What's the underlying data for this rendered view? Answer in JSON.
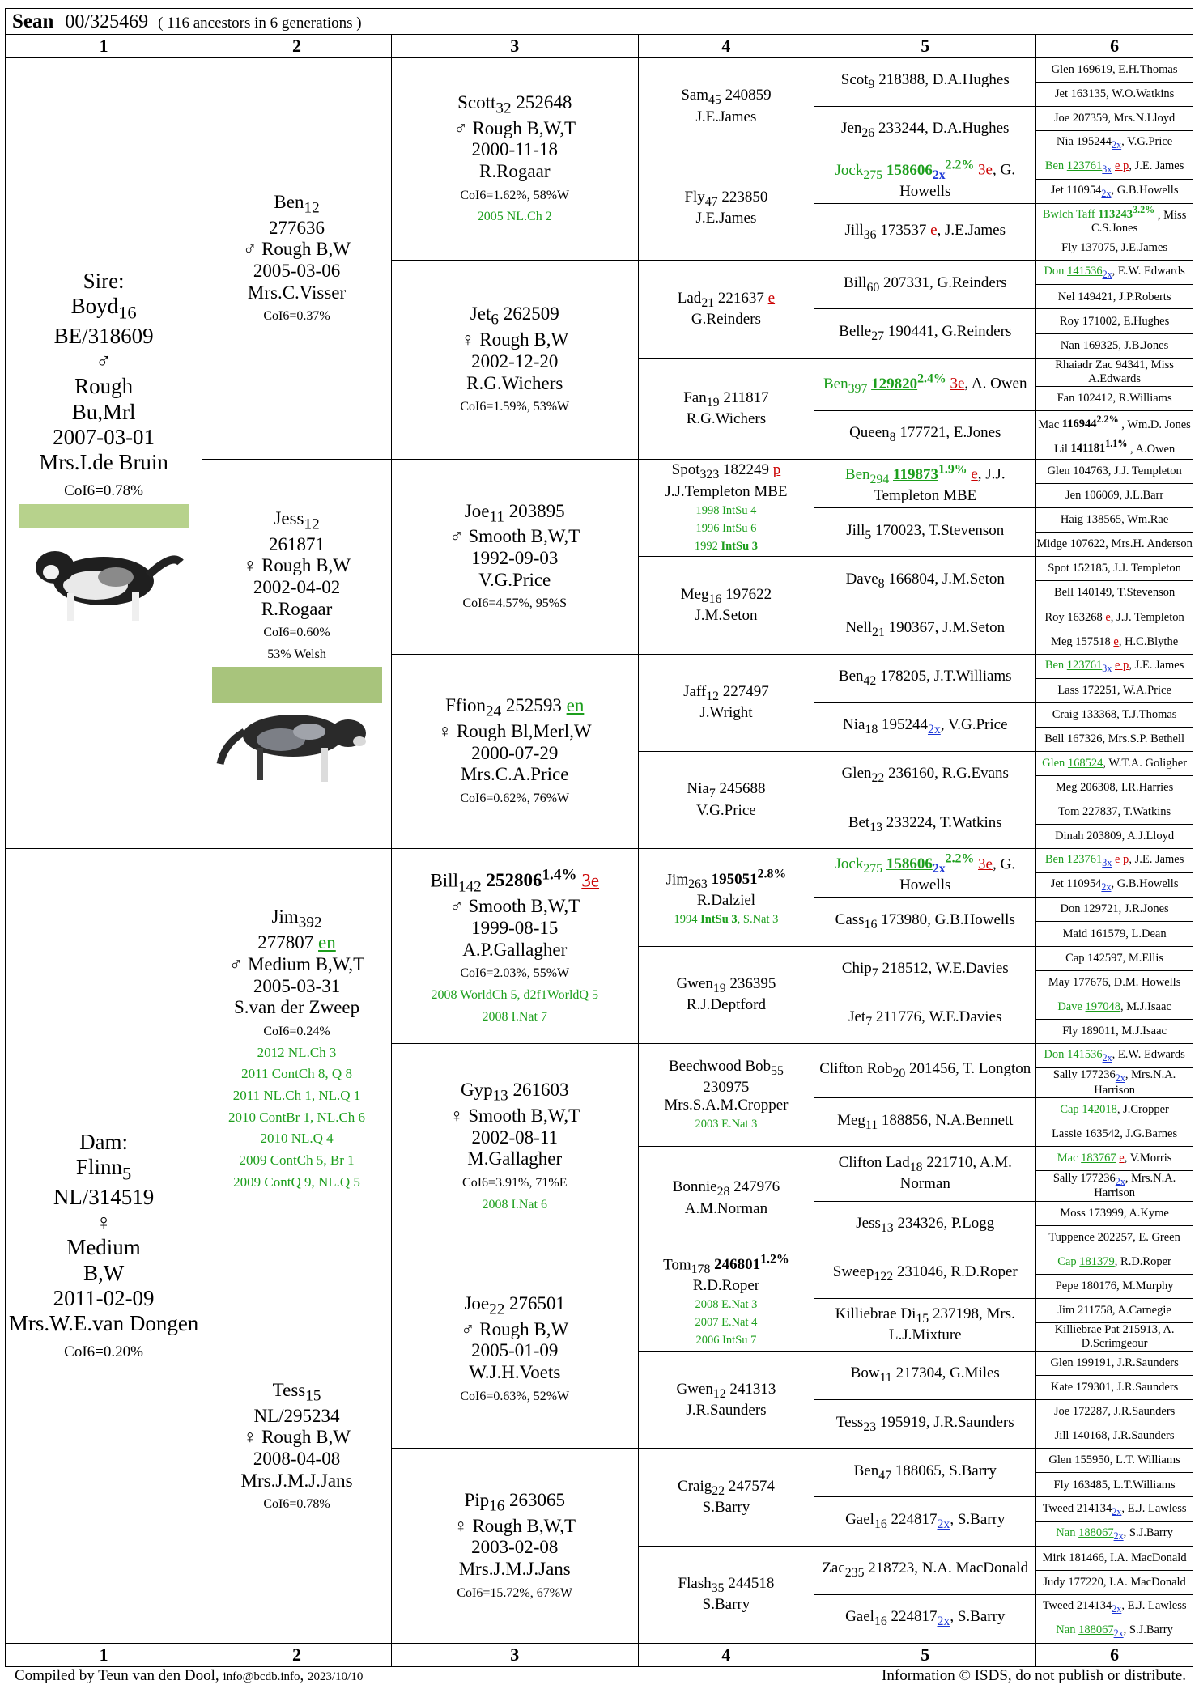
{
  "header": {
    "name": "Sean",
    "number": "00/325469",
    "summary": "( 116 ancestors in 6 generations )"
  },
  "columns": [
    "1",
    "2",
    "3",
    "4",
    "5",
    "6"
  ],
  "sire": [
    "Sire:",
    "Boyd<sub>16</sub>",
    "BE/318609",
    "♂",
    "Rough",
    "Bu,Mrl",
    "2007-03-01",
    "Mrs.I.de Bruin",
    "<span class='col1'>CoI6=0.78%</span>"
  ],
  "dam": [
    "Dam:",
    "Flinn<sub>5</sub>",
    "NL/314519",
    "♀",
    "Medium",
    "B,W",
    "2011-02-09",
    "Mrs.W.E.van Dongen",
    "<span class='col1'>CoI6=0.20%</span>"
  ],
  "gen2": [
    [
      "Ben<sub>12</sub>",
      "277636",
      "♂ Rough B,W",
      "2005-03-06",
      "Mrs.C.Visser",
      "<span style='font-size:16px'>CoI6=0.37%</span>"
    ],
    [
      "Jess<sub>12</sub>",
      "261871",
      "♀ Rough B,W",
      "2002-04-02",
      "R.Rogaar",
      "<span style='font-size:16px'>CoI6=0.60%</span>",
      "<span style='font-size:16px'>53% Welsh</span>"
    ],
    [
      "Jim<sub>392</sub>",
      "277807 <span class='red' style='color:#1c9e1c'>en</span>",
      "♂ Medium B,W,T",
      "2005-03-31",
      "S.van der Zweep",
      "<span style='font-size:16px'>CoI6=0.24%</span>",
      "<span class='green' style='font-size:17px'>2012 NL.Ch 3</span>",
      "<span class='green' style='font-size:17px'>2011 ContCh 8, Q 8</span>",
      "<span class='green' style='font-size:17px'>2011 NL.Ch 1, NL.Q 1</span>",
      "<span class='green' style='font-size:17px'>2010 ContBr 1, NL.Ch 6</span>",
      "<span class='green' style='font-size:17px'>2010 NL.Q 4</span>",
      "<span class='green' style='font-size:17px'>2009 ContCh 5, Br 1</span>",
      "<span class='green' style='font-size:17px'>2009 ContQ 9, NL.Q 5</span>"
    ],
    [
      "Tess<sub>15</sub>",
      "NL/295234",
      "♀ Rough B,W",
      "2008-04-08",
      "Mrs.J.M.J.Jans",
      "<span style='font-size:16px'>CoI6=0.78%</span>"
    ]
  ],
  "gen3": [
    [
      "Scott<sub>32</sub> 252648",
      "♂ Rough B,W,T",
      "2000-11-18",
      "R.Rogaar",
      "<span style='font-size:16px'>CoI6=1.62%, 58%W</span>",
      "<span class='green' style='font-size:16px'>2005 NL.Ch 2</span>"
    ],
    [
      "Jet<sub>6</sub> 262509",
      "♀ Rough B,W",
      "2002-12-20",
      "R.G.Wichers",
      "<span style='font-size:16px'>CoI6=1.59%, 53%W</span>"
    ],
    [
      "Joe<sub>11</sub> 203895",
      "♂ Smooth B,W,T",
      "1992-09-03",
      "V.G.Price",
      "<span style='font-size:16px'>CoI6=4.57%, 95%S</span>"
    ],
    [
      "Ffion<sub>24</sub> 252593 <span style='color:#1c9e1c;text-decoration:underline'>en</span>",
      "♀ Rough Bl,Merl,W",
      "2000-07-29",
      "Mrs.C.A.Price",
      "<span style='font-size:16px'>CoI6=0.62%, 76%W</span>"
    ],
    [
      "Bill<sub>142</sub> <b>252806<sup>1.4%</sup></b> <span class='red'>3e</span>",
      "♂ Smooth B,W,T",
      "1999-08-15",
      "A.P.Gallagher",
      "<span style='font-size:16px'>CoI6=2.03%, 55%W</span>",
      "<span class='green' style='font-size:16px'>2008 WorldCh 5, d2f1WorldQ 5</span>",
      "<span class='green' style='font-size:16px'>2008 I.Nat 7</span>"
    ],
    [
      "Gyp<sub>13</sub> 261603",
      "♀ Smooth B,W,T",
      "2002-08-11",
      "M.Gallagher",
      "<span style='font-size:16px'>CoI6=3.91%, 71%E</span>",
      "<span class='green' style='font-size:16px'>2008 I.Nat 6</span>"
    ],
    [
      "Joe<sub>22</sub> 276501",
      "♂ Rough B,W",
      "2005-01-09",
      "W.J.H.Voets",
      "<span style='font-size:16px'>CoI6=0.63%, 52%W</span>"
    ],
    [
      "Pip<sub>16</sub> 263065",
      "♀ Rough B,W,T",
      "2003-02-08",
      "Mrs.J.M.J.Jans",
      "<span style='font-size:16px'>CoI6=15.72%, 67%W</span>"
    ]
  ],
  "gen4": [
    [
      "Sam<sub>45</sub> 240859",
      "J.E.James"
    ],
    [
      "Fly<sub>47</sub> 223850",
      "J.E.James"
    ],
    [
      "Lad<sub>21</sub> 221637 <span class='red'>e</span>",
      "G.Reinders"
    ],
    [
      "Fan<sub>19</sub> 211817",
      "R.G.Wichers"
    ],
    [
      "Spot<sub>323</sub> 182249 <span class='red'>p</span>",
      "J.J.Templeton MBE",
      "<span class='green'>1998 IntSu 4</span>",
      "<span class='green'>1996 IntSu 6</span>",
      "<span class='green'>1992 <b>IntSu 3</b></span>"
    ],
    [
      "Meg<sub>16</sub> 197622",
      "J.M.Seton"
    ],
    [
      "Jaff<sub>12</sub> 227497",
      "J.Wright"
    ],
    [
      "Nia<sub>7</sub> 245688",
      "V.G.Price"
    ],
    [
      "Jim<sub>263</sub> <b>195051<sup>2.8%</sup></b>",
      "R.Dalziel",
      "<span class='green'>1994 <b>IntSu 3</b>, S.Nat 3</span>"
    ],
    [
      "Gwen<sub>19</sub> 236395",
      "R.J.Deptford"
    ],
    [
      "Beechwood Bob<sub>55</sub>",
      "230975",
      "Mrs.S.A.M.Cropper",
      "<span class='green'>2003 E.Nat 3</span>"
    ],
    [
      "Bonnie<sub>28</sub> 247976",
      "A.M.Norman"
    ],
    [
      "Tom<sub>178</sub> <b>246801<sup>1.2%</sup></b>",
      "R.D.Roper",
      "<span class='green'>2008 E.Nat 3</span>",
      "<span class='green'>2007 E.Nat 4</span>",
      "<span class='green'>2006 IntSu 7</span>"
    ],
    [
      "Gwen<sub>12</sub> 241313",
      "J.R.Saunders"
    ],
    [
      "Craig<sub>22</sub> 247574",
      "S.Barry"
    ],
    [
      "Flash<sub>35</sub> 244518",
      "S.Barry"
    ]
  ],
  "gen5": [
    "Scot<sub>9</sub> 218388, D.A.Hughes",
    "Jen<sub>26</sub> 233244, D.A.Hughes",
    "<span class='green'>Jock<sub>275</sub> <b><u>158606</u></b><sub class='blue'><b>2x</b></sub><sup><b>2.2%</b></sup></span> <span class='red'>3e</span>, G. Howells",
    "Jill<sub>36</sub> 173537 <span class='red'>e</span>, J.E.James",
    "Bill<sub>60</sub> 207331, G.Reinders",
    "Belle<sub>27</sub> 190441, G.Reinders",
    "<span class='green'>Ben<sub>397</sub> <b><u>129820</u></b><sup><b>2.4%</b></sup></span> <span class='red'>3e</span>, A. Owen",
    "Queen<sub>8</sub> 177721, E.Jones",
    "<span class='green'>Ben<sub>294</sub> <b><u>119873</u></b><sup><b>1.9%</b></sup></span> <span class='red'>e</span>, J.J. Templeton MBE",
    "Jill<sub>5</sub> 170023, T.Stevenson",
    "Dave<sub>8</sub> 166804, J.M.Seton",
    "Nell<sub>21</sub> 190367, J.M.Seton",
    "Ben<sub>42</sub> 178205, J.T.Williams",
    "Nia<sub>18</sub> 195244<sub class='blue'><u>2x</u></sub>, V.G.Price",
    "Glen<sub>22</sub> 236160, R.G.Evans",
    "Bet<sub>13</sub> 233224, T.Watkins",
    "<span class='green'>Jock<sub>275</sub> <b><u>158606</u></b><sub class='blue'><b>2x</b></sub><sup><b>2.2%</b></sup></span> <span class='red'>3e</span>, G. Howells",
    "Cass<sub>16</sub> 173980, G.B.Howells",
    "Chip<sub>7</sub> 218512, W.E.Davies",
    "Jet<sub>7</sub> 211776, W.E.Davies",
    "Clifton Rob<sub>20</sub> 201456, T. Longton",
    "Meg<sub>11</sub> 188856, N.A.Bennett",
    "Clifton Lad<sub>18</sub> 221710, A.M. Norman",
    "Jess<sub>13</sub> 234326, P.Logg",
    "Sweep<sub>122</sub> 231046, R.D.Roper",
    "Killiebrae Di<sub>15</sub> 237198, Mrs. L.J.Mixture",
    "Bow<sub>11</sub> 217304, G.Miles",
    "Tess<sub>23</sub> 195919, J.R.Saunders",
    "Ben<sub>47</sub> 188065, S.Barry",
    "Gael<sub>16</sub> 224817<sub class='blue'><u>2x</u></sub>, S.Barry",
    "Zac<sub>235</sub> 218723, N.A. MacDonald",
    "Gael<sub>16</sub> 224817<sub class='blue'><u>2x</u></sub>, S.Barry"
  ],
  "gen6": [
    "Glen 169619, E.H.Thomas",
    "Jet 163135, W.O.Watkins",
    "Joe 207359, Mrs.N.Lloyd",
    "Nia 195244<sub class='blue'><u>2x</u></sub>, V.G.Price",
    "<span class='green'>Ben <u>123761</u><sub class='blue'><u>3x</u></sub> <span class='red'>e p</span></span>, J.E. James",
    "Jet 110954<sub class='blue'><u>2x</u></sub>, G.B.Howells",
    "<span class='green'>Bwlch Taff <b><u>113243</u></b><sup><b>3.2%</b></sup></span> , Miss C.S.Jones",
    "Fly 137075, J.E.James",
    "<span class='green'>Don <u>141536</u><sub class='blue'><u>2x</u></sub></span>, E.W. Edwards",
    "Nel 149421, J.P.Roberts",
    "Roy 171002, E.Hughes",
    "Nan 169325, J.B.Jones",
    "Rhaiadr Zac 94341, Miss A.Edwards",
    "Fan 102412, R.Williams",
    "Mac <b>116944<sup>2.2%</sup></b> , Wm.D. Jones",
    "Lil <b>141181<sup>1.1%</sup></b> , A.Owen",
    "Glen 104763, J.J. Templeton",
    "Jen 106069, J.L.Barr",
    "Haig 138565, Wm.Rae",
    "Midge 107622, Mrs.H. Anderson",
    "Spot 152185, J.J. Templeton",
    "Bell 140149, T.Stevenson",
    "Roy 163268 <span class='red'>e</span>, J.J. Templeton",
    "Meg 157518 <span class='red'>e</span>, H.C.Blythe",
    "<span class='green'>Ben <u>123761</u><sub class='blue'><u>3x</u></sub> <span class='red'>e p</span></span>, J.E. James",
    "Lass 172251, W.A.Price",
    "Craig 133368, T.J.Thomas",
    "Bell 167326, Mrs.S.P. Bethell",
    "<span class='green'>Glen <u>168524</u></span>, W.T.A. Goligher",
    "Meg 206308, I.R.Harries",
    "Tom 227837, T.Watkins",
    "Dinah 203809, A.J.Lloyd",
    "<span class='green'>Ben <u>123761</u><sub class='blue'><u>3x</u></sub> <span class='red'>e p</span></span>, J.E. James",
    "Jet 110954<sub class='blue'><u>2x</u></sub>, G.B.Howells",
    "Don 129721, J.R.Jones",
    "Maid 161579, L.Dean",
    "Cap 142597, M.Ellis",
    "May 177676, D.M. Howells",
    "<span class='green'>Dave <u>197048</u></span>, M.J.Isaac",
    "Fly 189011, M.J.Isaac",
    "<span class='green'>Don <u>141536</u><sub class='blue'><u>2x</u></sub></span>, E.W. Edwards",
    "Sally 177236<sub class='blue'><u>2x</u></sub>, Mrs.N.A. Harrison",
    "<span class='green'>Cap <u>142018</u></span>, J.Cropper",
    "Lassie 163542, J.G.Barnes",
    "<span class='green'>Mac <u>183767</u> <span class='red'>e</span></span>, V.Morris",
    "Sally 177236<sub class='blue'><u>2x</u></sub>, Mrs.N.A. Harrison",
    "Moss 173999, A.Kyme",
    "Tuppence 202257, E. Green",
    "<span class='green'>Cap <u>181379</u></span>, R.D.Roper",
    "Pepe 180176, M.Murphy",
    "Jim 211758, A.Carnegie",
    "Killiebrae Pat 215913, A. D.Scrimgeour",
    "Glen 199191, J.R.Saunders",
    "Kate 179301, J.R.Saunders",
    "Joe 172287, J.R.Saunders",
    "Jill 140168, J.R.Saunders",
    "Glen 155950, L.T. Williams",
    "Fly 163485, L.T.Williams",
    "Tweed 214134<sub class='blue'><u>2x</u></sub>, E.J. Lawless",
    "<span class='green'>Nan <u>188067</u><sub class='blue'><u>2x</u></sub></span>, S.J.Barry",
    "Mirk 181466, I.A. MacDonald",
    "Judy 177220, I.A. MacDonald",
    "Tweed 214134<sub class='blue'><u>2x</u></sub>, E.J. Lawless",
    "<span class='green'>Nan <u>188067</u><sub class='blue'><u>2x</u></sub></span>, S.J.Barry"
  ],
  "footer": {
    "compiled": "Compiled by Teun van den Dool, <small>info@bcdb.info</small>, <small>2023/10/10</small>",
    "info": "Information © ISDS, do not publish or distribute."
  }
}
